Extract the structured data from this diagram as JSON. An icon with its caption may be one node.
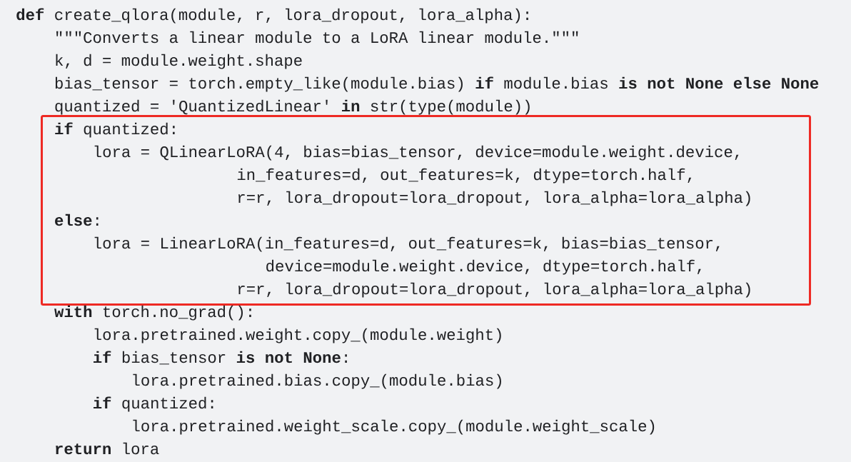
{
  "diagram": {
    "nodes": [
      {
        "text": [
          "**if** quantized:",
          "lora = QLinearLoRA(4, bias=bias_tensor, device=module.weight.device,",
          "in_features=d, out_features=k, dtype=torch.half,",
          "r=r, lora_dropout=lora_dropout, lora_alpha=lora_alpha)",
          "**else**:",
          "lora = LinearLoRA(in_features=d, out_features=k, bias=bias_tensor,",
          "device=module.weight.device, dtype=torch.half,",
          "r=r, lora_dropout=lora_dropout, lora_alpha=lora_alpha)"
        ]
      }
    ],
    "labels": [
      "**def** create_qlora(module, r, lora_dropout, lora_alpha):",
      "\"\"\"Converts a linear module to a LoRA linear module.\"\"\"",
      "k, d = module.weight.shape",
      "bias_tensor = torch.empty_like(module.bias) **if** module.bias **is not None else None**",
      "quantized = 'QuantizedLinear' **in** str(type(module))",
      "**with** torch.no_grad():",
      "lora.pretrained.weight.copy_(module.weight)",
      "**if** bias_tensor **is not None**:",
      "lora.pretrained.bias.copy_(module.bias)",
      "**if** quantized:",
      "lora.pretrained.weight_scale.copy_(module.weight_scale)",
      "**return** lora"
    ]
  }
}
